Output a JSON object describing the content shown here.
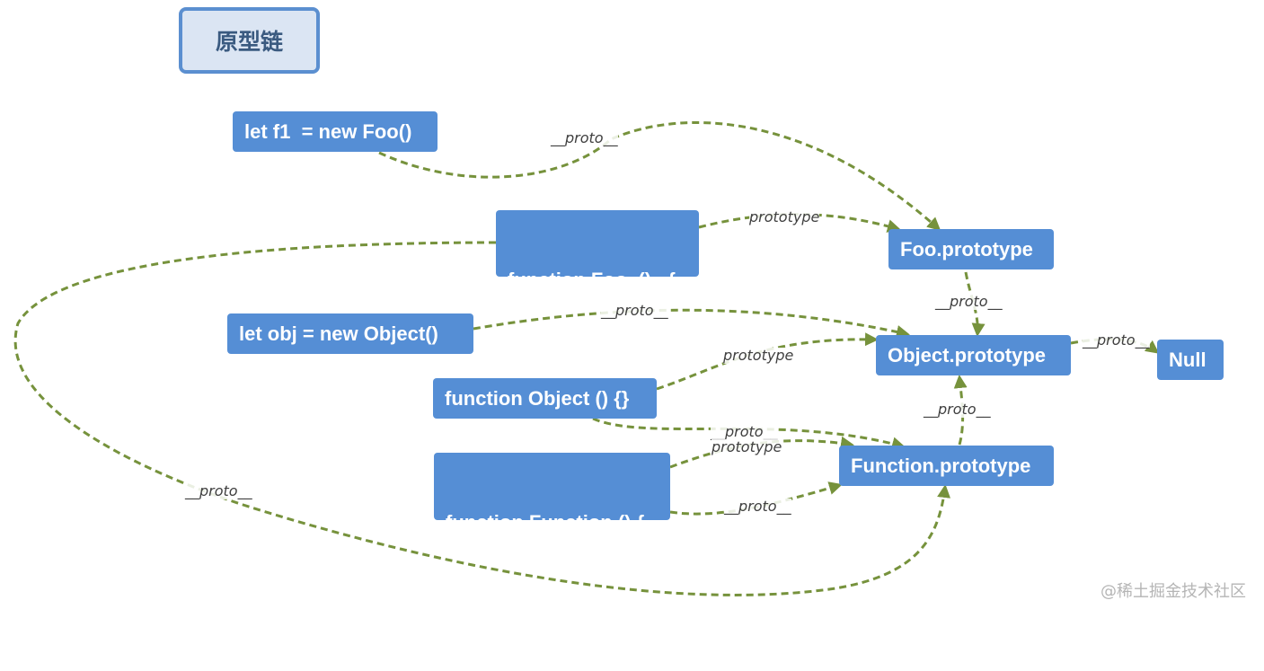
{
  "title": "原型链",
  "nodes": {
    "f1": "let f1  = new Foo()",
    "foo_fn_line1": "function Foo  ()   {",
    "foo_fn_line2": "}",
    "foo_prototype": "Foo.prototype",
    "obj": "let obj = new Object()",
    "object_prototype": "Object.prototype",
    "null": "Null",
    "object_fn": "function Object () {}",
    "function_fn_line1": "function Function () {",
    "function_fn_line2": "}",
    "function_prototype": "Function.prototype"
  },
  "edge_labels": {
    "proto": "__proto__",
    "prototype": "prototype"
  },
  "colors": {
    "node_fill": "#558ed5",
    "edge": "#76923c",
    "title_fill": "#dbe5f3",
    "title_border": "#5b8fd0"
  },
  "watermark": "@稀土掘金技术社区"
}
